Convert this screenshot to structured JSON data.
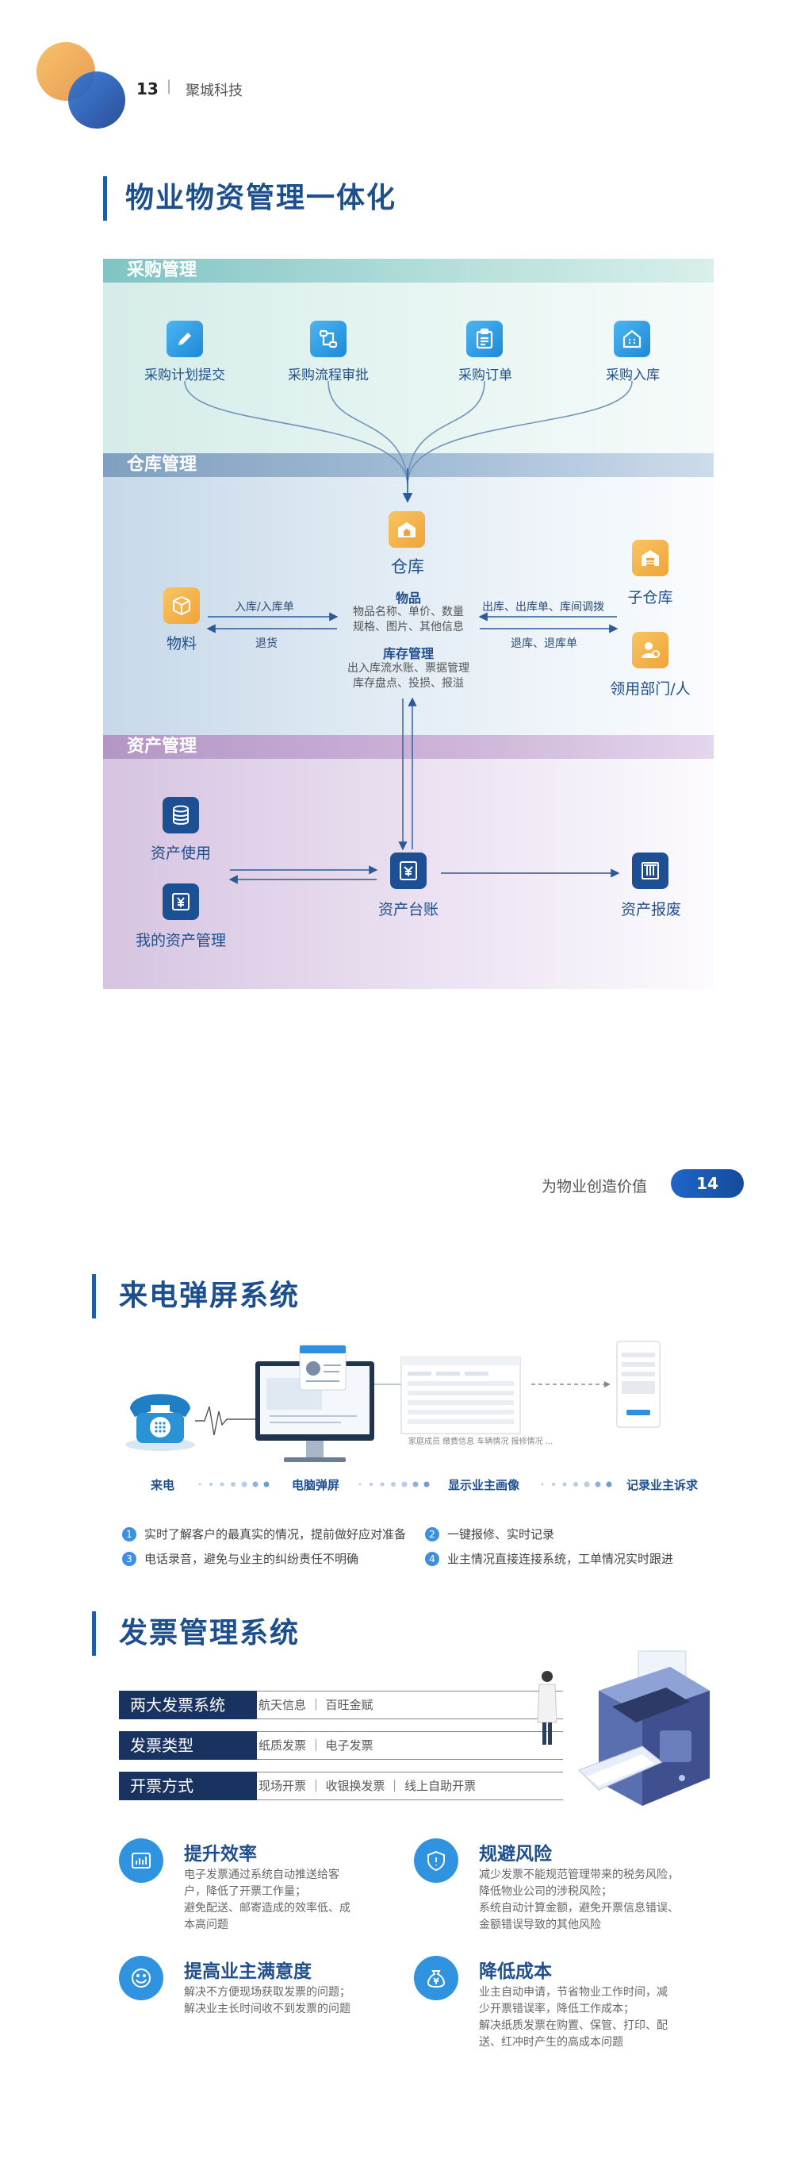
{
  "page13": {
    "page_number": "13",
    "separator": "|",
    "brand": "聚城科技",
    "title": "物业物资管理一体化",
    "purchase": {
      "band": "采购管理",
      "nodes": [
        {
          "label": "采购计划提交",
          "icon": "pencil-icon"
        },
        {
          "label": "采购流程审批",
          "icon": "flow-icon"
        },
        {
          "label": "采购订单",
          "icon": "clipboard-icon"
        },
        {
          "label": "采购入库",
          "icon": "building-icon"
        }
      ]
    },
    "warehouse": {
      "band": "仓库管理",
      "center_label": "仓库",
      "item_title": "物品",
      "item_desc1": "物品名称、单价、数量",
      "item_desc2": "规格、图片、其他信息",
      "stock_title": "库存管理",
      "stock_desc1": "出入库流水账、票据管理",
      "stock_desc2": "库存盘点、投损、报溢",
      "material_label": "物料",
      "in_out_label": "入库/入库单",
      "return_label": "退货",
      "out_label": "出库、出库单、库间调拨",
      "return2_label": "退库、退库单",
      "sub_warehouse_label": "子仓库",
      "dept_label": "领用部门/人"
    },
    "asset": {
      "band": "资产管理",
      "use_label": "资产使用",
      "my_asset_label": "我的资产管理",
      "ledger_label": "资产台账",
      "scrap_label": "资产报废"
    }
  },
  "page14": {
    "tagline": "为物业创造价值",
    "page_number": "14",
    "callpop": {
      "title": "来电弹屏系统",
      "screen_caption": "家庭成员  缴费信息  车辆情况  报修情况  ...",
      "steps": [
        "来电",
        "电脑弹屏",
        "显示业主画像",
        "记录业主诉求"
      ],
      "bullets": [
        {
          "num": "1",
          "text": "实时了解客户的最真实的情况，提前做好应对准备"
        },
        {
          "num": "2",
          "text": "一键报修、实时记录"
        },
        {
          "num": "3",
          "text": "电话录音，避免与业主的纠纷责任不明确"
        },
        {
          "num": "4",
          "text": "业主情况直接连接系统，工单情况实时跟进"
        }
      ]
    },
    "invoice": {
      "title": "发票管理系统",
      "rows": [
        {
          "label": "两大发票系统",
          "value": "航天信息 ｜ 百旺金赋"
        },
        {
          "label": "发票类型",
          "value": "纸质发票 ｜ 电子发票"
        },
        {
          "label": "开票方式",
          "value": "现场开票 ｜ 收银换发票 ｜ 线上自助开票"
        }
      ],
      "benefits": [
        {
          "title": "提升效率",
          "icon": "chart-icon",
          "lines": [
            "电子发票通过系统自动推送给客",
            "户，降低了开票工作量；",
            "避免配送、邮寄造成的效率低、成",
            "本高问题"
          ]
        },
        {
          "title": "规避风险",
          "icon": "shield-icon",
          "lines": [
            "减少发票不能规范管理带来的税务风险，",
            "降低物业公司的涉税风险；",
            "系统自动计算金额，避免开票信息错误、",
            "金额错误导致的其他风险"
          ]
        },
        {
          "title": "提高业主满意度",
          "icon": "smile-icon",
          "lines": [
            "解决不方便现场获取发票的问题；",
            "解决业主长时间收不到发票的问题"
          ]
        },
        {
          "title": "降低成本",
          "icon": "money-bag-icon",
          "lines": [
            "业主自动申请，节省物业工作时间，减",
            "少开票错误率，降低工作成本；",
            "解决纸质发票在购置、保管、打印、配",
            "送、红冲时产生的高成本问题"
          ]
        }
      ]
    }
  }
}
